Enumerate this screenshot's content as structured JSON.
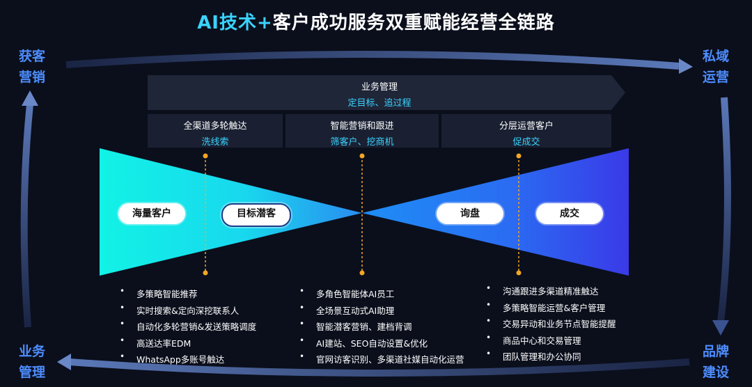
{
  "title": {
    "prefix": "AI技术+",
    "rest": "客户成功服务双重赋能经营全链路"
  },
  "corners": {
    "top_left": [
      "获客",
      "营销"
    ],
    "top_right": [
      "私域",
      "运营"
    ],
    "bottom_left": [
      "业务",
      "管理"
    ],
    "bottom_right": [
      "品牌",
      "建设"
    ]
  },
  "business_management": {
    "label": "业务管理",
    "sub": "定目标、追过程"
  },
  "stages": [
    {
      "label": "全渠道多轮触达",
      "sub": "洗线索"
    },
    {
      "label": "智能营销和跟进",
      "sub": "筛客户、挖商机"
    },
    {
      "label": "分层运营客户",
      "sub": "促成交"
    }
  ],
  "pills": [
    "海量客户",
    "目标潜客",
    "询盘",
    "成交"
  ],
  "bullet_groups": [
    [
      "多策略智能推荐",
      "实时搜索&定向深挖联系人",
      "自动化多轮营销&发送策略调度",
      "高送达率EDM",
      "WhatsApp多账号触达"
    ],
    [
      "多角色智能体AI员工",
      "全场景互动式AI助理",
      "智能潜客营销、建档背调",
      "AI建站、SEO自动设置&优化",
      "官网访客识别、多渠道社媒自动化运营"
    ],
    [
      "沟通跟进多渠道精准触达",
      "多策略智能运营&客户管理",
      "交易异动和业务节点智能提醒",
      "商品中心和交易管理",
      "团队管理和办公协同"
    ]
  ],
  "colors": {
    "background": "#0b0f1c",
    "accent_cyan": "#3ad3ff",
    "corner_blue": "#4d8dff",
    "divider_orange": "#f5a623",
    "funnel_left": "#1ef0e8",
    "funnel_right": "#3d3df0"
  }
}
